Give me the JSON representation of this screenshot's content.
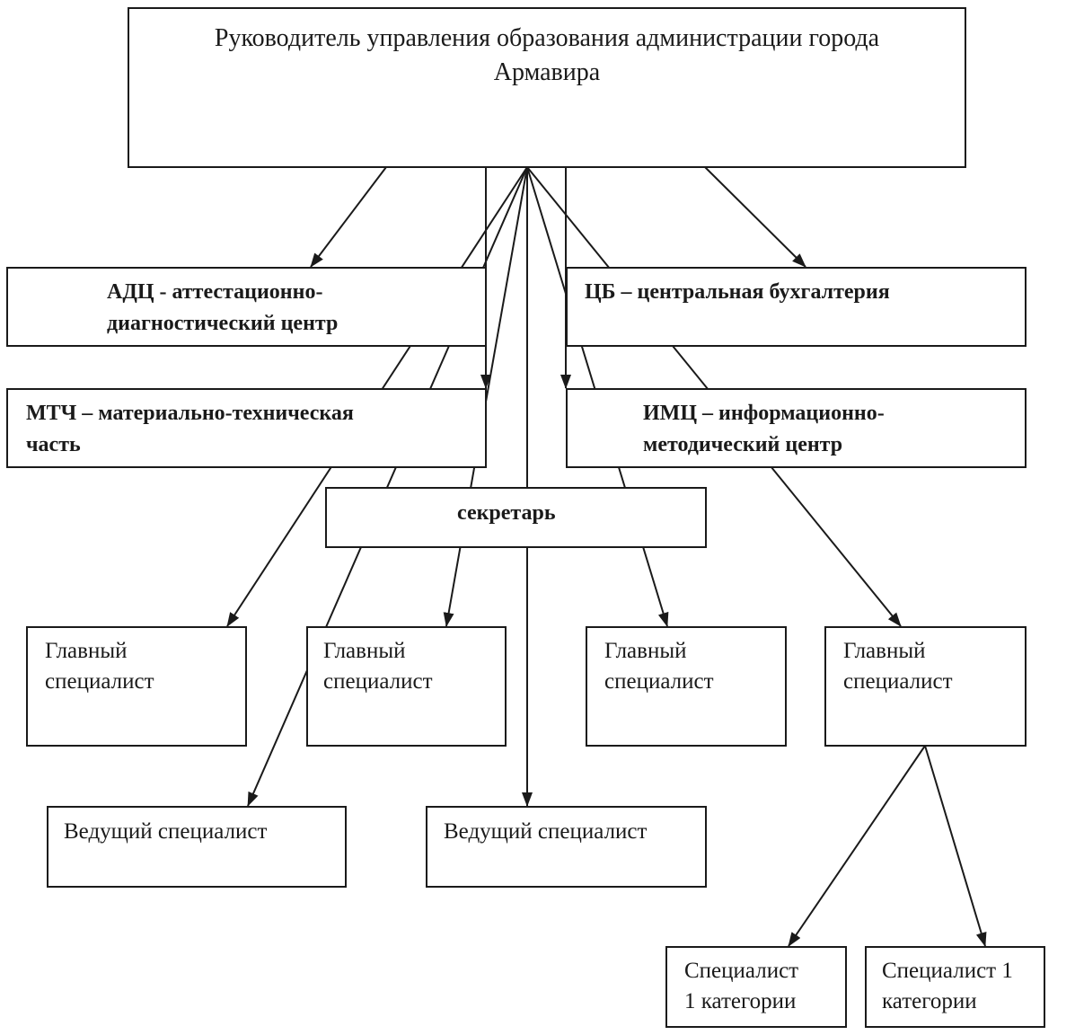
{
  "nodes": {
    "head": "Руководитель управления образования администрации города\nАрмавира",
    "adc": "АДЦ - аттестационно-\nдиагностический центр",
    "cb": "ЦБ – центральная бухгалтерия",
    "mtch": "МТЧ – материально-техническая\nчасть",
    "imc": "ИМЦ – информационно-\nметодический центр",
    "secretary": "секретарь",
    "chief1": "Главный\nспециалист",
    "chief2": "Главный\nспециалист",
    "chief3": "Главный\nспециалист",
    "chief4": "Главный\nспециалист",
    "lead1": "Ведущий специалист",
    "lead2": "Ведущий специалист",
    "spec1": "Специалист\n1 категории",
    "spec2": "Специалист 1\nкатегории"
  }
}
